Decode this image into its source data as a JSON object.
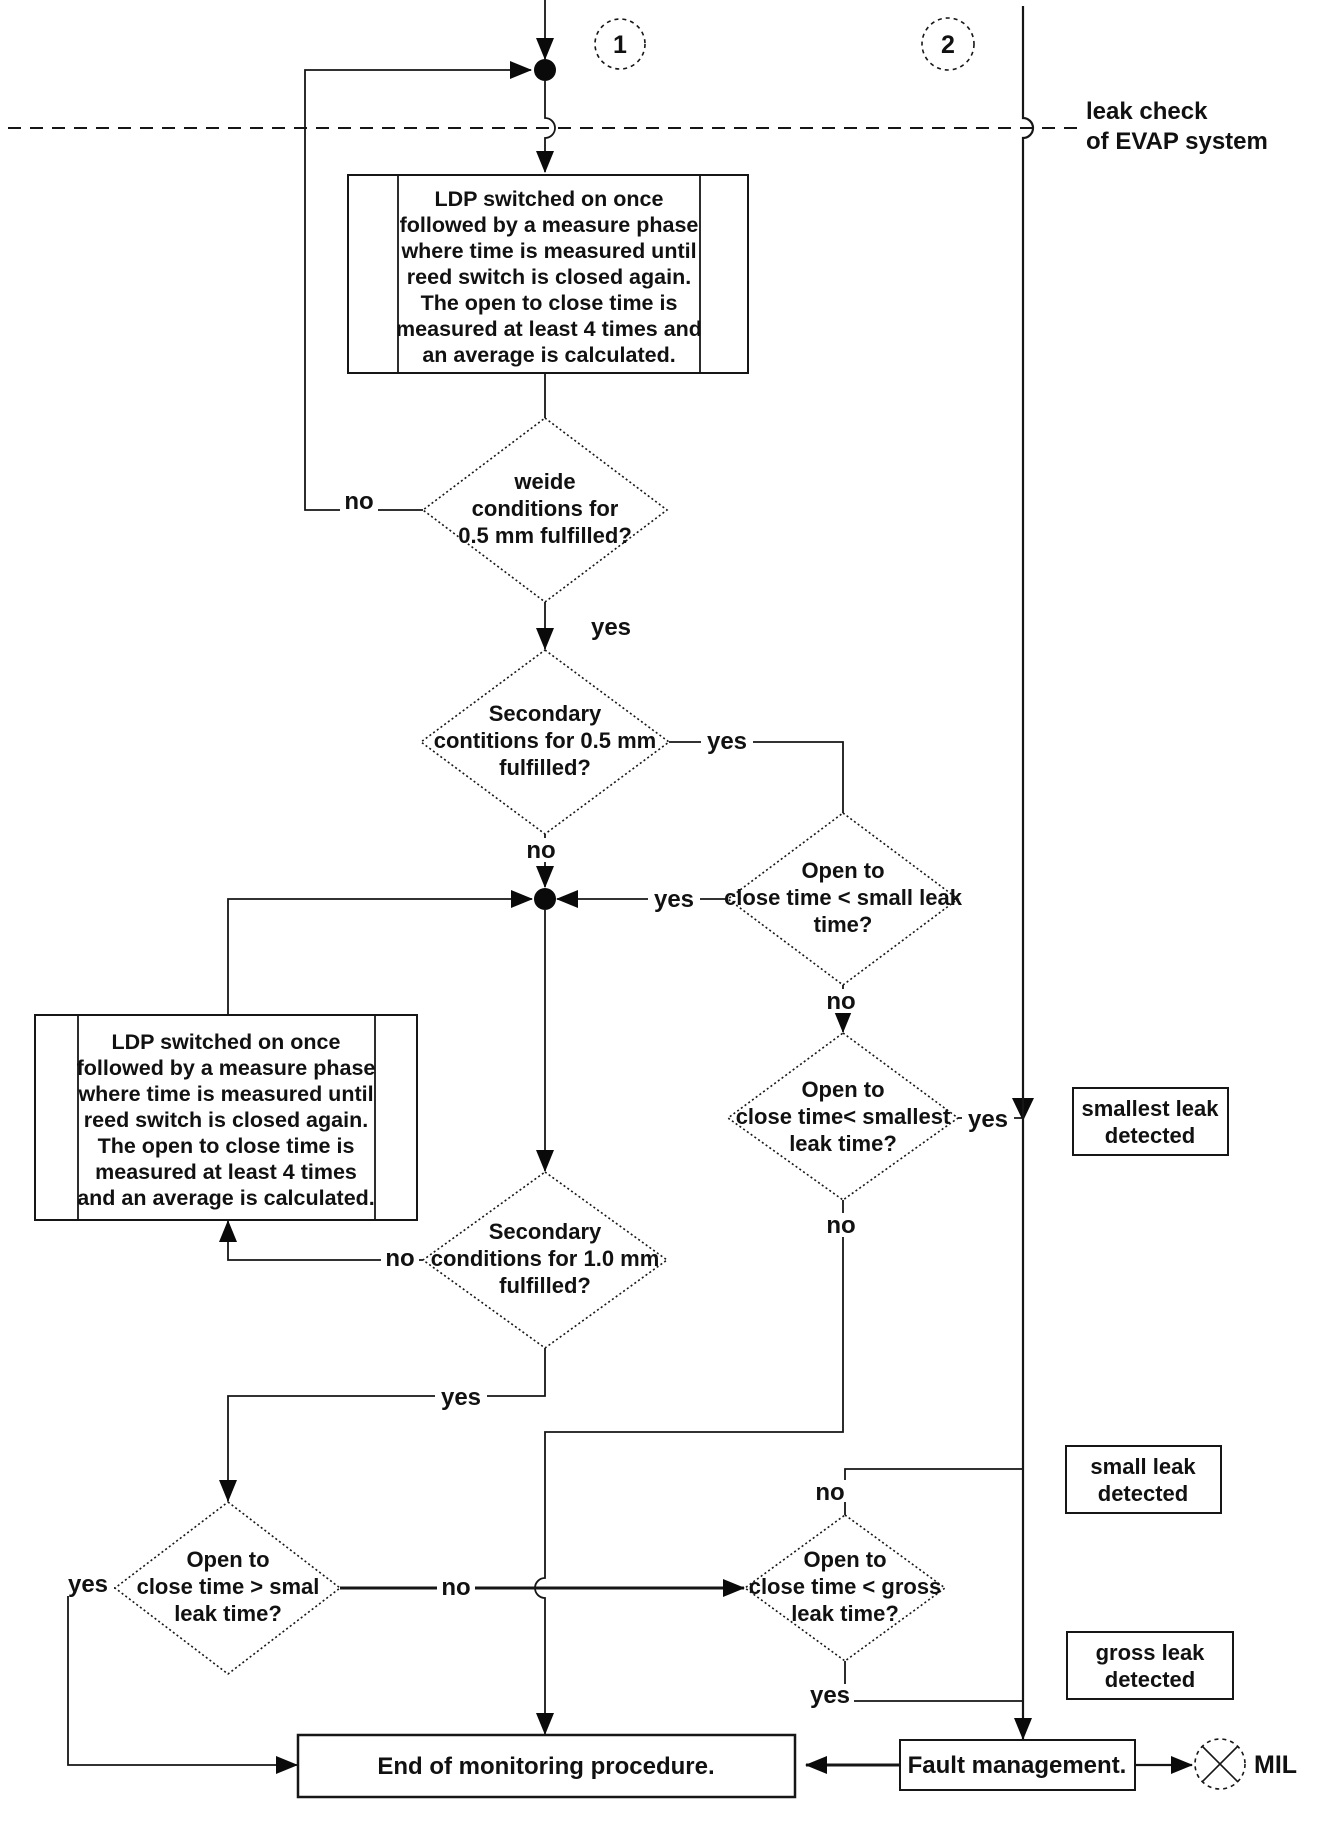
{
  "connectors": {
    "c1": "1",
    "c2": "2"
  },
  "phase_label": {
    "line1": "leak check",
    "line2": "of EVAP system"
  },
  "nodes": {
    "ldp_box_1": {
      "lines": [
        "LDP switched on once",
        "followed by a measure phase",
        "where time is measured until",
        "reed switch is closed again.",
        "The open to close time is",
        "measured at least 4 times and",
        "an average is calculated."
      ]
    },
    "ldp_box_2": {
      "lines": [
        "LDP switched on once",
        "followed by a measure phase",
        "where time is measured until",
        "reed switch is closed again.",
        "The open to close time is",
        "measured at least 4 times",
        "and an average is calculated."
      ]
    },
    "weide_decision": {
      "lines": [
        "weide",
        "conditions for",
        "0.5 mm fulfilled?"
      ]
    },
    "secondary_05_decision": {
      "lines": [
        "Secondary",
        "contitions  for 0.5 mm",
        "fulfilled?"
      ]
    },
    "small_leak_decision": {
      "lines": [
        "Open to",
        "close time < small leak",
        "time?"
      ]
    },
    "smallest_leak_decision": {
      "lines": [
        "Open to",
        "close time< smallest",
        "leak time?"
      ]
    },
    "secondary_10_decision": {
      "lines": [
        "Secondary",
        "conditions  for 1.0 mm",
        "fulfilled?"
      ]
    },
    "greater_small_decision": {
      "lines": [
        "Open to",
        "close time > smal",
        "leak time?"
      ]
    },
    "gross_leak_decision": {
      "lines": [
        "Open to",
        "close time < gross",
        "leak time?"
      ]
    },
    "smallest_leak_detected": {
      "lines": [
        "smallest leak",
        "detected"
      ]
    },
    "small_leak_detected": {
      "lines": [
        "small leak",
        "detected"
      ]
    },
    "gross_leak_detected": {
      "lines": [
        "gross leak",
        "detected"
      ]
    },
    "end_box": {
      "label": "End of monitoring procedure."
    },
    "fault_box": {
      "label": "Fault management."
    },
    "mil": {
      "label": "MIL"
    }
  },
  "edge_labels": {
    "no_weide": "no",
    "yes_weide": "yes",
    "yes_secondary_05": "yes",
    "no_secondary_05": "no",
    "yes_small": "yes",
    "no_small": "no",
    "yes_smallest": "yes",
    "no_smallest": "no",
    "no_secondary_10": "no",
    "yes_secondary_10": "yes",
    "yes_greater_small": "yes",
    "no_greater_small": "no",
    "no_gross": "no",
    "yes_gross": "yes"
  },
  "colors": {
    "line": "#161616",
    "background": "#ffffff"
  }
}
